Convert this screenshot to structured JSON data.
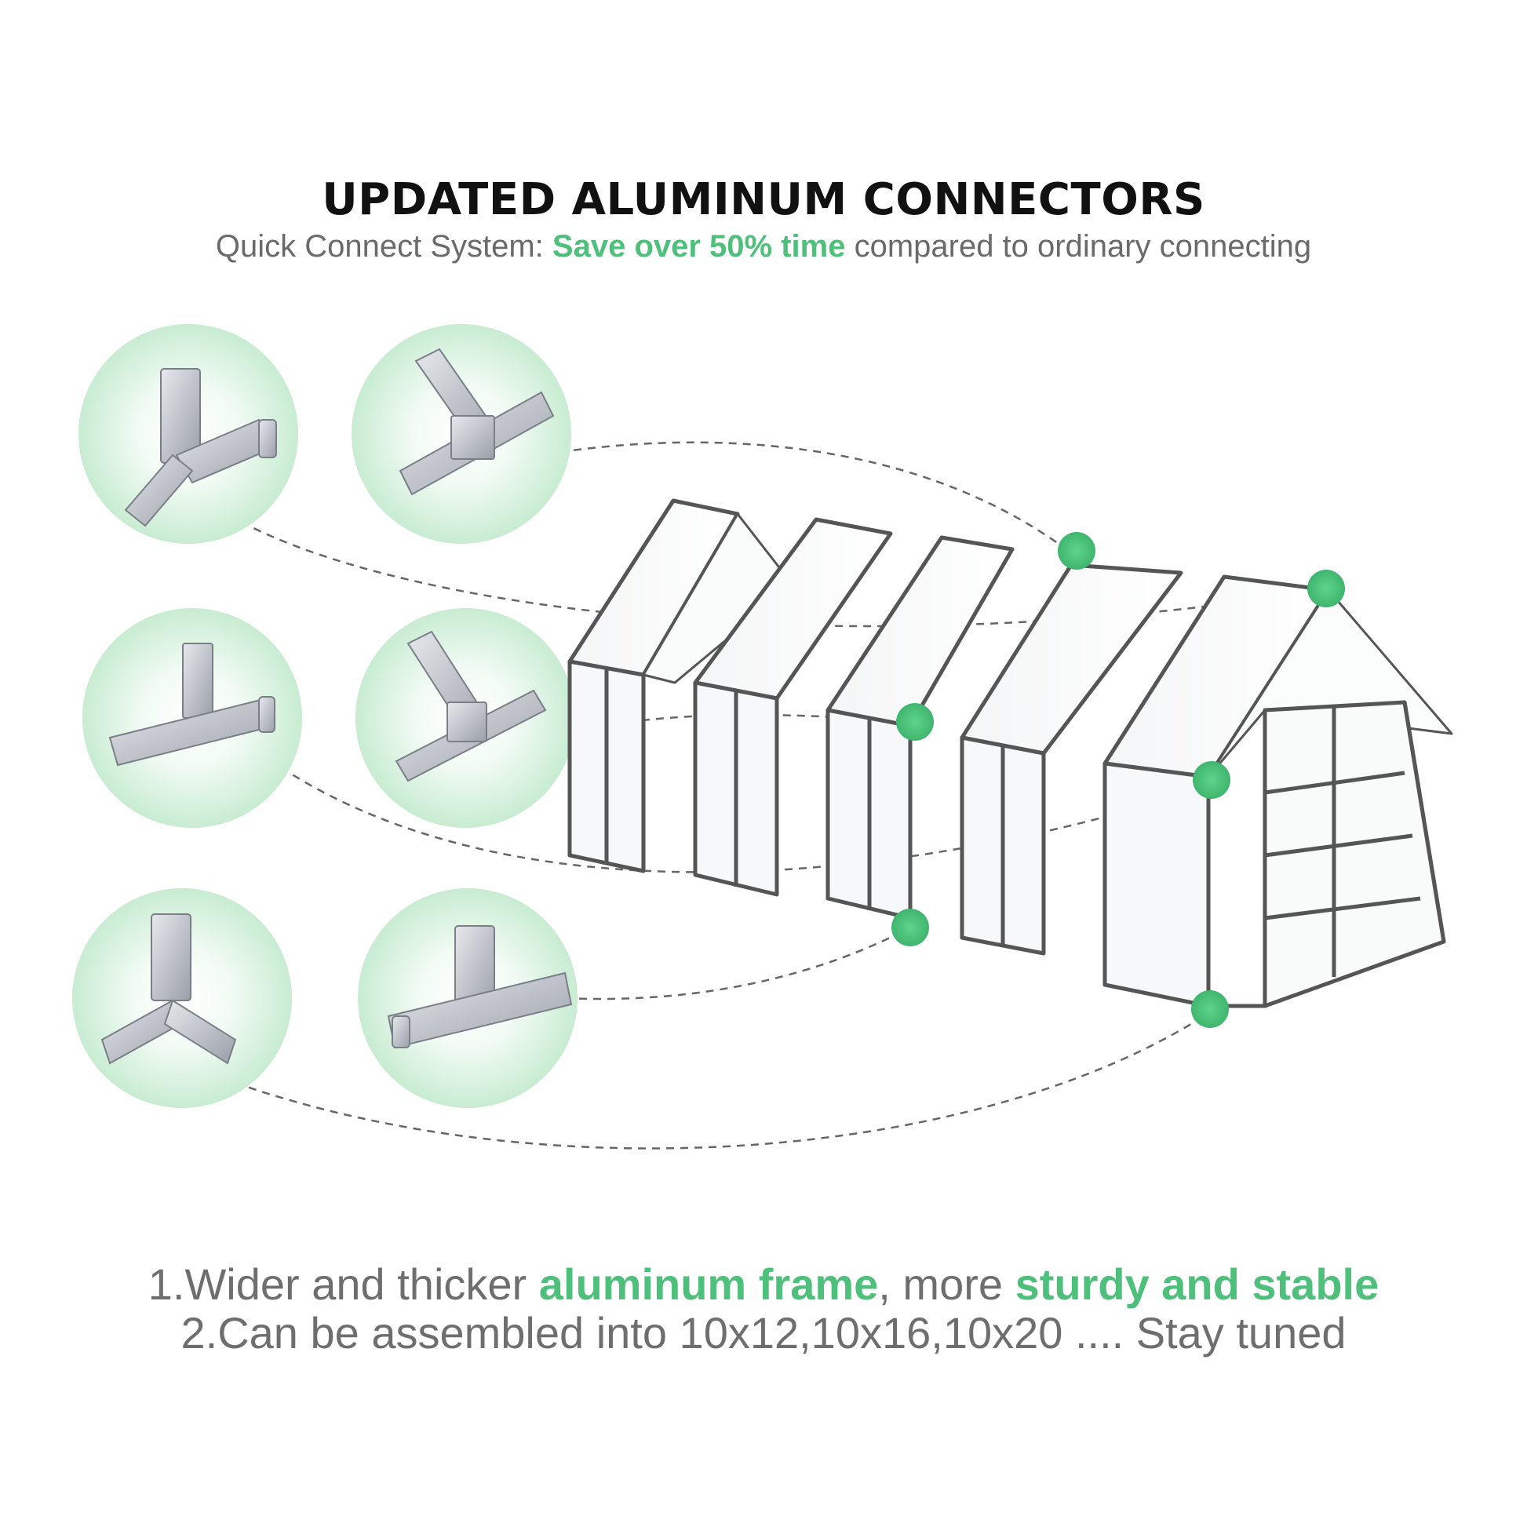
{
  "heading": {
    "title": "UPDATED ALUMINUM CONNECTORS",
    "subtitle_prefix": "Quick Connect System: ",
    "subtitle_highlight": "Save over 50% time",
    "subtitle_suffix": " compared to ordinary connecting"
  },
  "features": {
    "line1_prefix": "1.Wider and thicker ",
    "line1_highlight1": "aluminum frame",
    "line1_middle": ", more ",
    "line1_highlight2": "sturdy and stable",
    "line2": "2.Can be assembled into 10x12,10x16,10x20 .... Stay tuned"
  },
  "colors": {
    "accent_green": "#4fc07b",
    "circle_green": "#cdeed6",
    "frame_gray": "#555555"
  },
  "connectors": [
    {
      "name": "three-way-corner-connector-1",
      "icon": "connector-3way"
    },
    {
      "name": "cross-connector-1",
      "icon": "connector-4way"
    },
    {
      "name": "three-way-corner-connector-2",
      "icon": "connector-3way"
    },
    {
      "name": "cross-connector-2",
      "icon": "connector-4way"
    },
    {
      "name": "three-way-base-connector",
      "icon": "connector-3way-base"
    },
    {
      "name": "t-base-connector",
      "icon": "connector-t"
    }
  ]
}
